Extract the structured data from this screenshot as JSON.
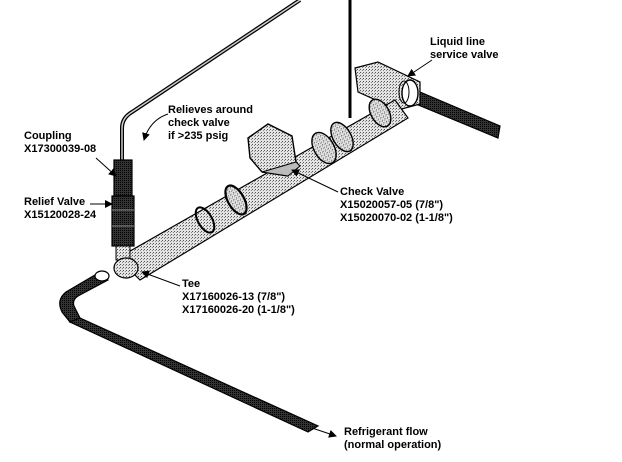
{
  "labels": {
    "liquid_line": {
      "line1": "Liquid line",
      "line2": "service valve"
    },
    "relieves": {
      "line1": "Relieves around",
      "line2": "check valve",
      "line3": "if >235 psig"
    },
    "coupling": {
      "line1": "Coupling",
      "line2": "X17300039-08"
    },
    "relief_valve": {
      "line1": "Relief Valve",
      "line2": "X15120028-24"
    },
    "check_valve": {
      "line1": "Check Valve",
      "line2": "X15020057-05 (7/8\")",
      "line3": "X15020070-02 (1-1/8\")"
    },
    "tee": {
      "line1": "Tee",
      "line2": "X17160026-13 (7/8\")",
      "line3": "X17160026-20 (1-1/8\")"
    },
    "refrigerant_flow": {
      "line1": "Refrigerant flow",
      "line2": "(normal operation)"
    }
  },
  "colors": {
    "pipe_fill": "#d8d8d8",
    "pipe_dark": "#1a1a1a",
    "line": "#000000"
  }
}
